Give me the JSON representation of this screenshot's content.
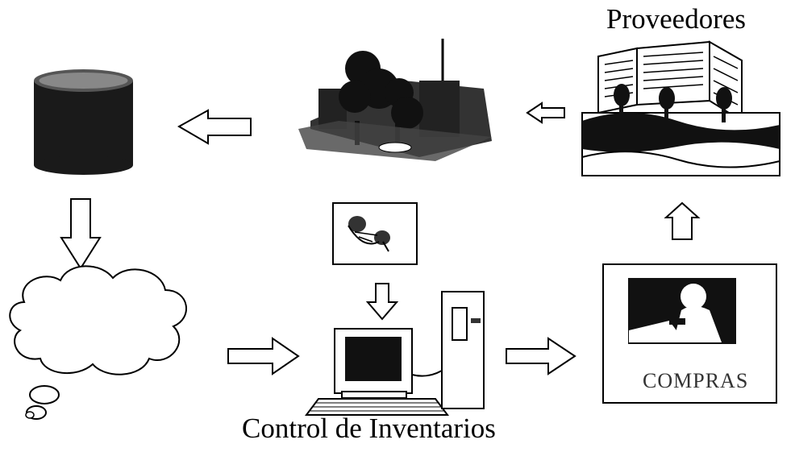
{
  "labels": {
    "proveedores": "Proveedores",
    "control_inventarios": "Control de Inventarios",
    "compras": "COMPRAS"
  },
  "colors": {
    "ink": "#000000",
    "paper": "#ffffff",
    "dark_fill": "#1a1a1a"
  },
  "icons": [
    "database-cylinder-icon",
    "warehouse-building-icon",
    "supplier-building-icon",
    "thought-cloud-icon",
    "stamp-clip-icon",
    "computer-workstation-icon",
    "purchasing-person-icon"
  ]
}
